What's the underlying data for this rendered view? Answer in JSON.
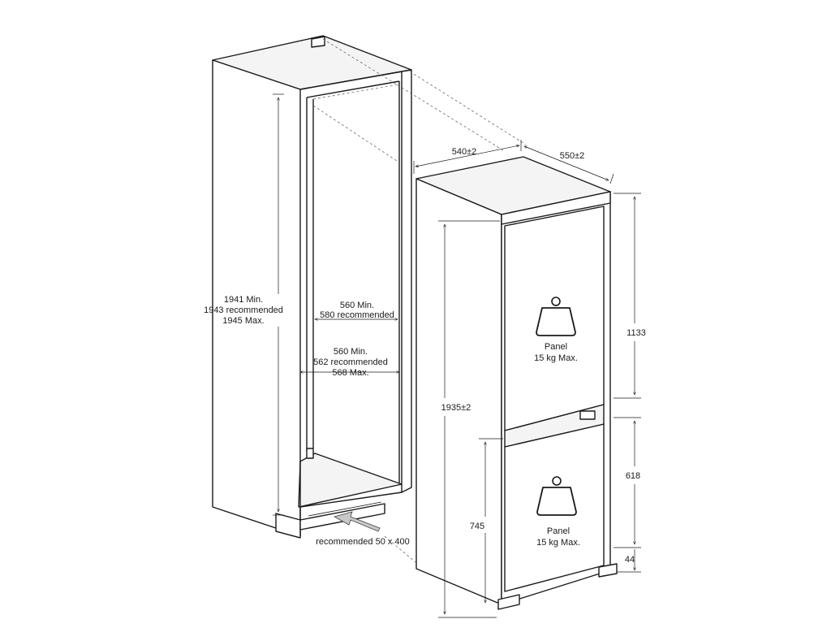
{
  "cabinet": {
    "height_label": {
      "min": "1941 Min.",
      "recommended": "1943 recommended",
      "max": "1945 Max."
    },
    "depth_label": {
      "min": "560 Min.",
      "recommended": "580 recommended"
    },
    "width_label": {
      "min": "560 Min.",
      "recommended": "562 recommended",
      "max": "568 Max."
    },
    "vent_label": "recommended 50 x 400"
  },
  "appliance": {
    "width_label": "540±2",
    "depth_label": "550±2",
    "height_label": "1935±2",
    "upper_door_height": "1133",
    "lower_door_height": "618",
    "lower_door_offset": "745",
    "plinth_height": "44",
    "upper_panel": {
      "title": "Panel",
      "limit": "15 kg Max."
    },
    "lower_panel": {
      "title": "Panel",
      "limit": "15 kg Max."
    }
  }
}
